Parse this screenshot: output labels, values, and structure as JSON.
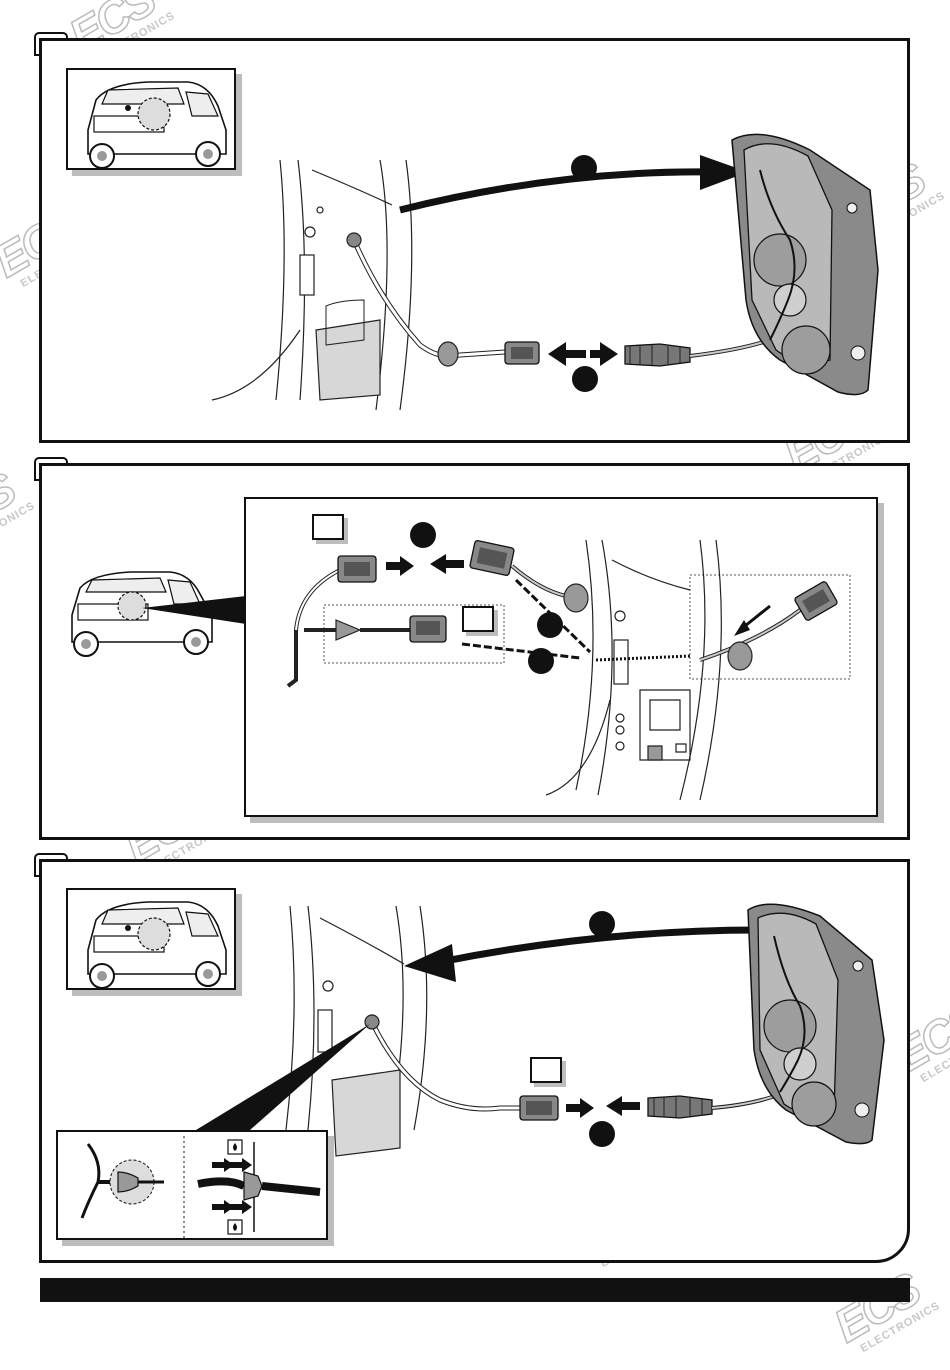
{
  "watermark": {
    "logo": "ECS",
    "subtitle": "ELECTRONICS"
  },
  "panels": [
    {
      "name": "step-1"
    },
    {
      "name": "step-2"
    },
    {
      "name": "step-3"
    }
  ],
  "icons": [
    "car-rear-icon",
    "tail-light-icon",
    "connector-icon",
    "grommet-icon",
    "arrow-icon",
    "water-drop-icon"
  ]
}
